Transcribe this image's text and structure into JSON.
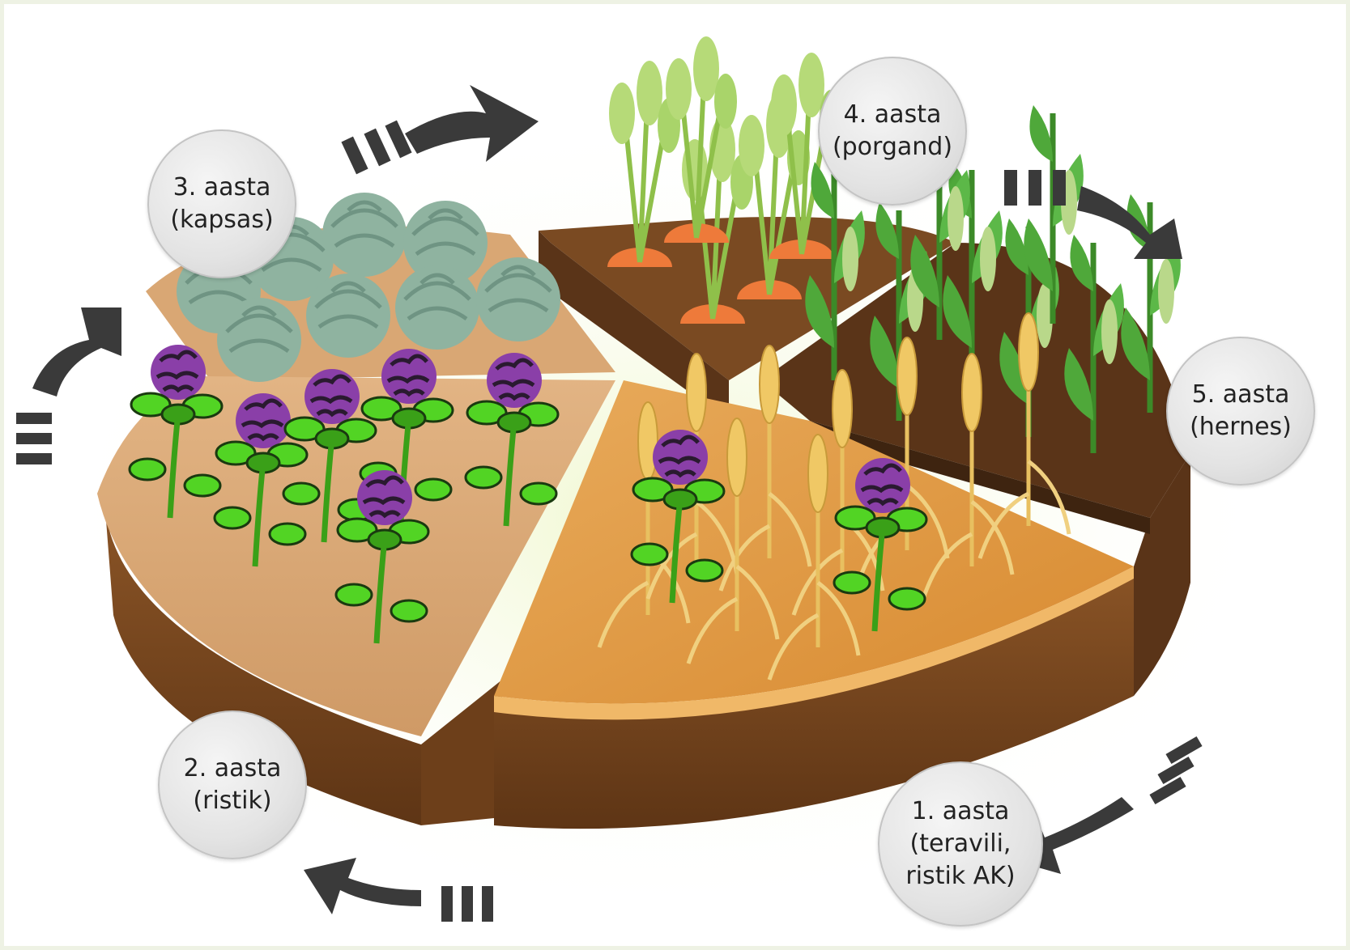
{
  "diagram": {
    "stages": [
      {
        "id": "year-1",
        "year": "1. aasta",
        "crop": "(teravili,",
        "crop_extra": "ristik AK)"
      },
      {
        "id": "year-2",
        "year": "2. aasta",
        "crop": "(ristik)"
      },
      {
        "id": "year-3",
        "year": "3. aasta",
        "crop": "(kapsas)"
      },
      {
        "id": "year-4",
        "year": "4. aasta",
        "crop": "(porgand)"
      },
      {
        "id": "year-5",
        "year": "5. aasta",
        "crop": "(hernes)"
      }
    ],
    "colors": {
      "background": "#ffffff",
      "soil_side": "#7a4a22",
      "soil_top_light": "#d9a774",
      "soil_top_grain": "#e59a3a",
      "soil_dark": "#5a3418",
      "clover_leaf": "#52d424",
      "clover_flower": "#8a3fa8",
      "cabbage": "#8fb3a0",
      "carrot_leaf": "#a9d46a",
      "carrot": "#ee7a3a",
      "pea": "#4fa83a",
      "wheat": "#f0c865",
      "arrow": "#3a3a3a",
      "label_circle": "#e3e3e3"
    },
    "flow": "clockwise"
  }
}
